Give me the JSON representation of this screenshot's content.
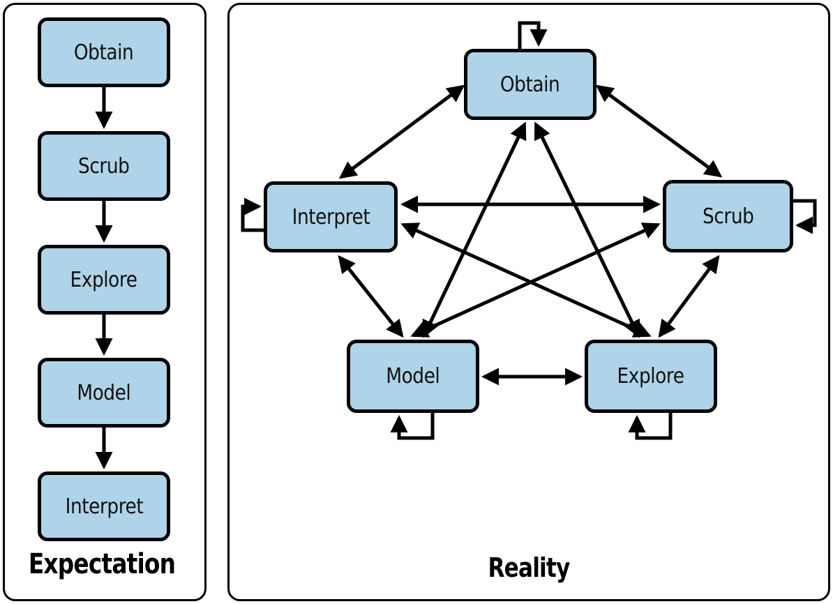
{
  "figure": {
    "colors": {
      "node_fill": "#afd3e8",
      "stroke": "#000000",
      "background": "#ffffff"
    }
  },
  "panels": {
    "expectation": {
      "caption": "Expectation",
      "nodes": [
        {
          "id": "obtain",
          "label": "Obtain"
        },
        {
          "id": "scrub",
          "label": "Scrub"
        },
        {
          "id": "explore",
          "label": "Explore"
        },
        {
          "id": "model",
          "label": "Model"
        },
        {
          "id": "interpret",
          "label": "Interpret"
        }
      ],
      "edges": [
        {
          "from": "obtain",
          "to": "scrub",
          "direction": "one-way"
        },
        {
          "from": "scrub",
          "to": "explore",
          "direction": "one-way"
        },
        {
          "from": "explore",
          "to": "model",
          "direction": "one-way"
        },
        {
          "from": "model",
          "to": "interpret",
          "direction": "one-way"
        }
      ]
    },
    "reality": {
      "caption": "Reality",
      "nodes": [
        {
          "id": "obtain",
          "label": "Obtain"
        },
        {
          "id": "interpret",
          "label": "Interpret"
        },
        {
          "id": "scrub",
          "label": "Scrub"
        },
        {
          "id": "model",
          "label": "Model"
        },
        {
          "id": "explore",
          "label": "Explore"
        }
      ],
      "edges": [
        {
          "from": "obtain",
          "to": "interpret",
          "direction": "bidirectional"
        },
        {
          "from": "obtain",
          "to": "scrub",
          "direction": "bidirectional"
        },
        {
          "from": "obtain",
          "to": "model",
          "direction": "bidirectional"
        },
        {
          "from": "obtain",
          "to": "explore",
          "direction": "bidirectional"
        },
        {
          "from": "interpret",
          "to": "scrub",
          "direction": "bidirectional"
        },
        {
          "from": "interpret",
          "to": "model",
          "direction": "bidirectional"
        },
        {
          "from": "interpret",
          "to": "explore",
          "direction": "bidirectional"
        },
        {
          "from": "scrub",
          "to": "model",
          "direction": "bidirectional"
        },
        {
          "from": "scrub",
          "to": "explore",
          "direction": "bidirectional"
        },
        {
          "from": "model",
          "to": "explore",
          "direction": "bidirectional"
        }
      ],
      "self_loops": [
        {
          "node": "obtain",
          "side": "top"
        },
        {
          "node": "interpret",
          "side": "left"
        },
        {
          "node": "scrub",
          "side": "right"
        },
        {
          "node": "model",
          "side": "bottom"
        },
        {
          "node": "explore",
          "side": "bottom"
        }
      ]
    }
  }
}
